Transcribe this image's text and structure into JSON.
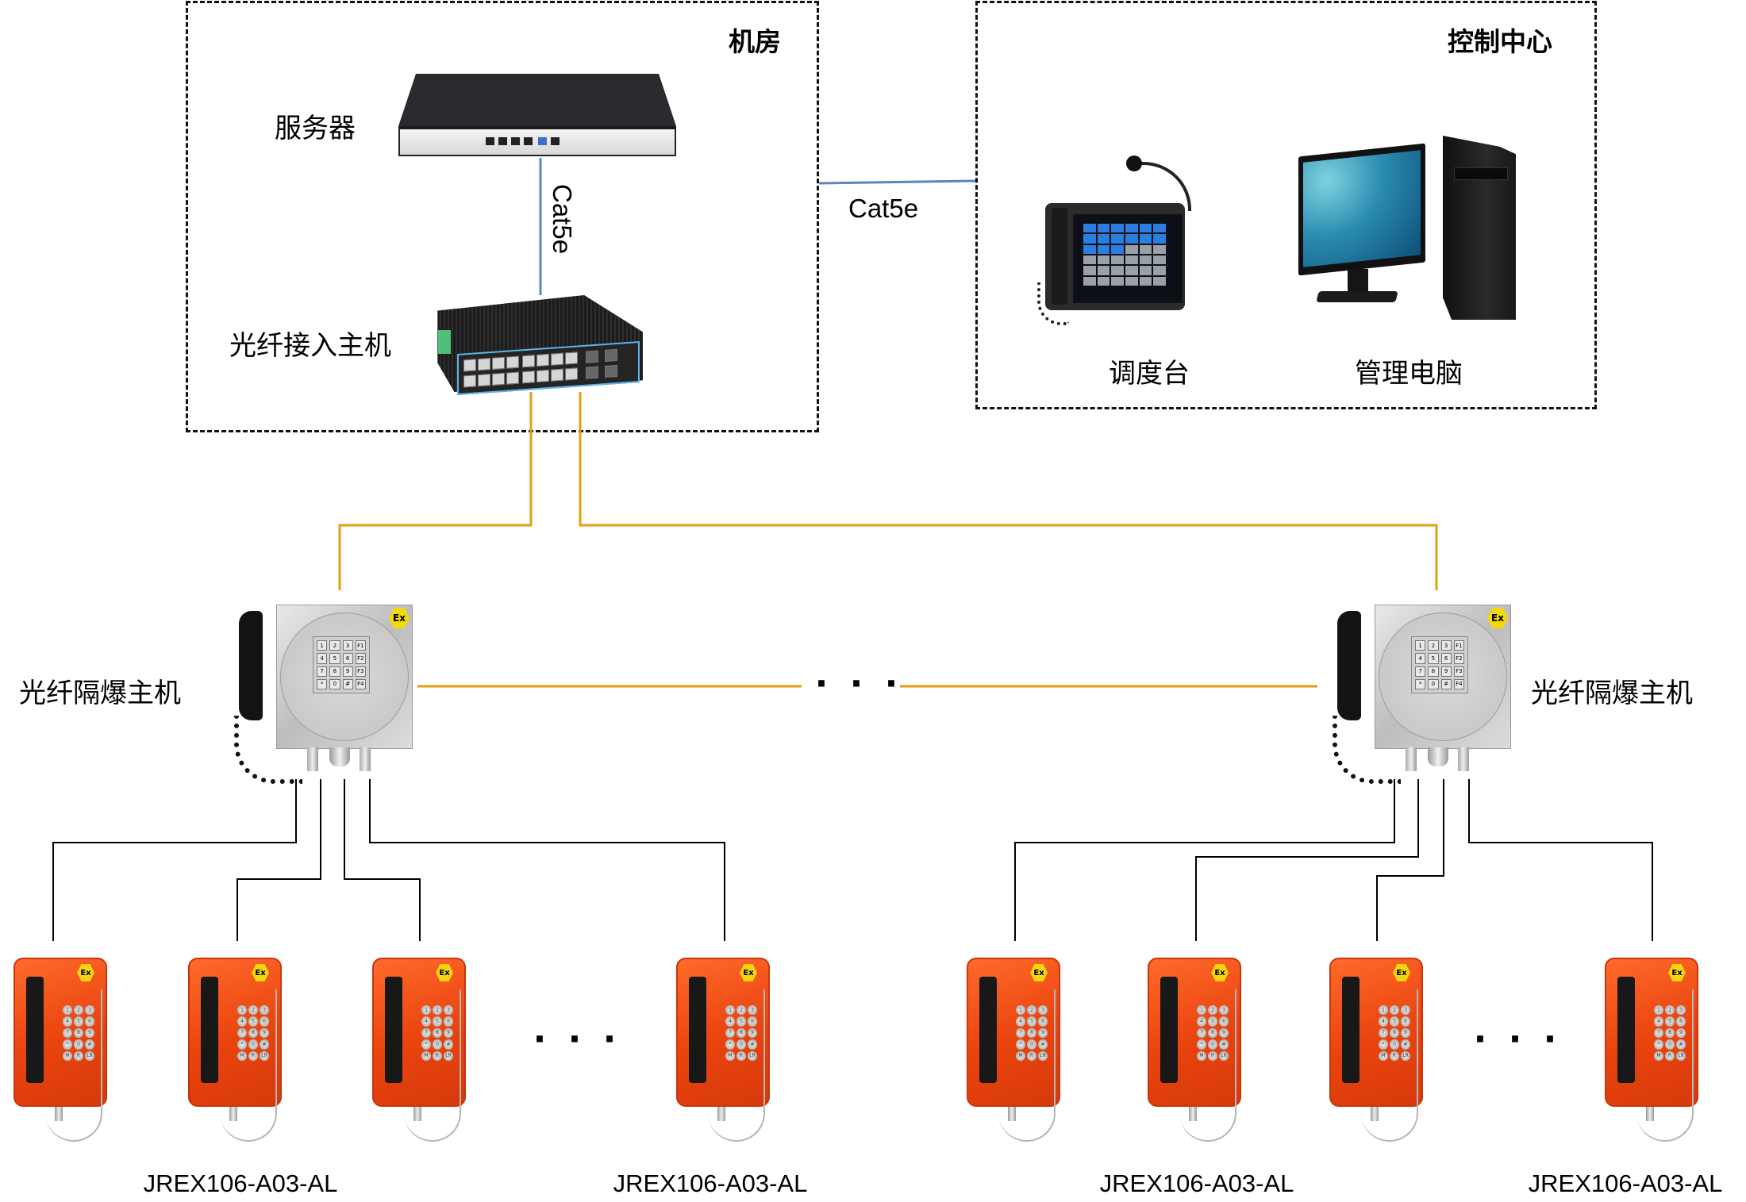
{
  "zones": {
    "machine_room": {
      "title": "机房"
    },
    "control_center": {
      "title": "控制中心"
    }
  },
  "devices": {
    "server": {
      "label": "服务器",
      "icon": "server-icon"
    },
    "fiber_access_host": {
      "label": "光纤接入主机",
      "icon": "network-switch-icon"
    },
    "dispatch_console": {
      "label": "调度台",
      "icon": "dispatch-console-icon"
    },
    "management_pc": {
      "label": "管理电脑",
      "icon": "desktop-computer-icon"
    },
    "explosion_proof_hosts": [
      {
        "label": "光纤隔爆主机",
        "icon": "explosion-proof-telephone-host-icon",
        "badge": "Ex",
        "keypad": [
          "1",
          "2",
          "3",
          "F1",
          "4",
          "5",
          "6",
          "F2",
          "7",
          "8",
          "9",
          "F3",
          "*",
          "0",
          "#",
          "F4"
        ]
      },
      {
        "label": "光纤隔爆主机",
        "icon": "explosion-proof-telephone-host-icon",
        "badge": "Ex",
        "keypad": [
          "1",
          "2",
          "3",
          "F1",
          "4",
          "5",
          "6",
          "F2",
          "7",
          "8",
          "9",
          "F3",
          "*",
          "0",
          "#",
          "F4"
        ]
      }
    ]
  },
  "cables": {
    "server_to_switch": "Cat5e",
    "machine_room_to_control": "Cat5e",
    "colors": {
      "ethernet": "#5b84c4",
      "fiber": "#e0a010",
      "telephone": "#000000"
    }
  },
  "phones": {
    "badge": "Ex",
    "keypad": [
      "1",
      "2",
      "3",
      "4",
      "5",
      "6",
      "7",
      "8",
      "9",
      "*",
      "0",
      "#",
      "M",
      "R",
      "LR"
    ],
    "color": "#f04e12",
    "left_group": [
      {
        "model": "JREX106-A03-AL"
      },
      {
        "model": ""
      },
      {
        "model": ""
      },
      {
        "model": "JREX106-A03-AL"
      }
    ],
    "right_group": [
      {
        "model": ""
      },
      {
        "model": "JREX106-A03-AL"
      },
      {
        "model": ""
      },
      {
        "model": "JREX106-A03-AL"
      }
    ]
  },
  "ellipsis": "· · ·"
}
